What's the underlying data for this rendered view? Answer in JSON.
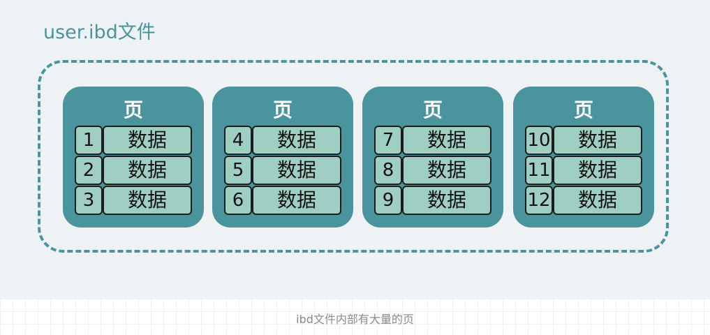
{
  "title": "user.ibd文件",
  "pages": [
    {
      "label": "页",
      "rows": [
        {
          "num": "1",
          "data": "数据"
        },
        {
          "num": "2",
          "data": "数据"
        },
        {
          "num": "3",
          "data": "数据"
        }
      ]
    },
    {
      "label": "页",
      "rows": [
        {
          "num": "4",
          "data": "数据"
        },
        {
          "num": "5",
          "data": "数据"
        },
        {
          "num": "6",
          "data": "数据"
        }
      ]
    },
    {
      "label": "页",
      "rows": [
        {
          "num": "7",
          "data": "数据"
        },
        {
          "num": "8",
          "data": "数据"
        },
        {
          "num": "9",
          "data": "数据"
        }
      ]
    },
    {
      "label": "页",
      "rows": [
        {
          "num": "10",
          "data": "数据"
        },
        {
          "num": "11",
          "data": "数据"
        },
        {
          "num": "12",
          "data": "数据"
        }
      ]
    }
  ],
  "caption": "ibd文件内部有大量的页",
  "colors": {
    "accent": "#4a949d",
    "cell": "#9fcfc3",
    "background": "#eef2f4"
  }
}
